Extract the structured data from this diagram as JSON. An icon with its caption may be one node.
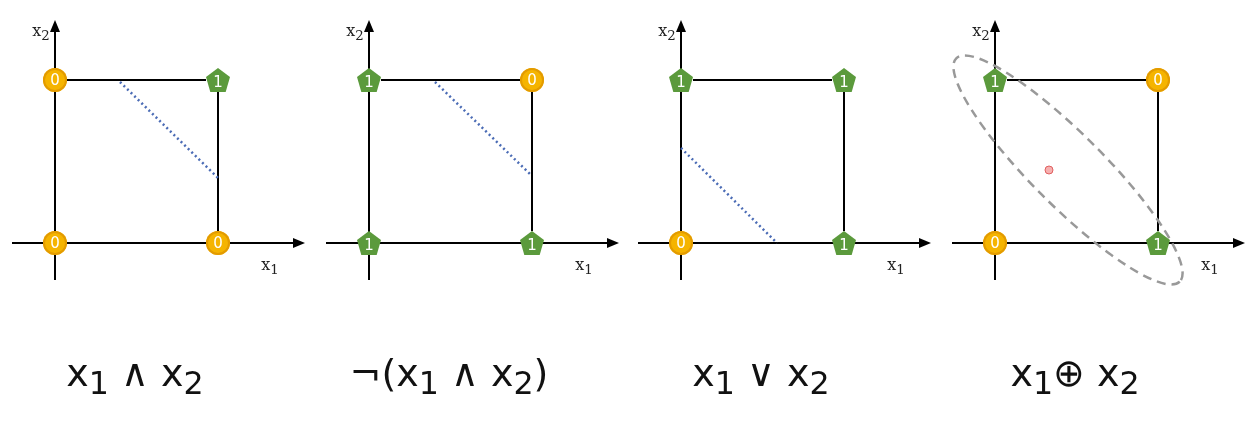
{
  "diagram": {
    "nodes": [
      {
        "text": [
          "0"
        ]
      },
      {
        "text": [
          "1"
        ]
      },
      {
        "text": [
          "0"
        ]
      },
      {
        "text": [
          "0"
        ]
      },
      {
        "text": [
          "1"
        ]
      },
      {
        "text": [
          "0"
        ]
      },
      {
        "text": [
          "1"
        ]
      },
      {
        "text": [
          "1"
        ]
      },
      {
        "text": [
          "1"
        ]
      },
      {
        "text": [
          "1"
        ]
      },
      {
        "text": [
          "0"
        ]
      },
      {
        "text": [
          "1"
        ]
      },
      {
        "text": [
          "1"
        ]
      },
      {
        "text": [
          "0"
        ]
      },
      {
        "text": [
          "0"
        ]
      },
      {
        "text": [
          "1"
        ]
      }
    ],
    "edges": [
      {
        "from": 0,
        "to": 1,
        "arrow": "none"
      },
      {
        "from": 1,
        "to": 3,
        "arrow": "none"
      },
      {
        "from": 4,
        "to": 5,
        "arrow": "none"
      },
      {
        "from": 5,
        "to": 7,
        "arrow": "none"
      },
      {
        "from": 8,
        "to": 9,
        "arrow": "none"
      },
      {
        "from": 9,
        "to": 11,
        "arrow": "none"
      },
      {
        "from": 12,
        "to": 13,
        "arrow": "none"
      },
      {
        "from": 13,
        "to": 15,
        "arrow": "none"
      }
    ],
    "labels": [
      "x$_{2}$",
      "x$_{2}$",
      "x$_{2}$",
      "x$_{2}$",
      "x$_{1}$",
      "x$_{1}$",
      "x$_{1}$",
      "x$_{1}$",
      "x$_{1}$ ∧ x$_{2}$",
      "¬(x$_{1}$ ∧ x$_{2}$)",
      "x$_{1}$ ∨ x$_{2}$",
      "x$_{1}$⊕ x$_{2}$"
    ]
  }
}
